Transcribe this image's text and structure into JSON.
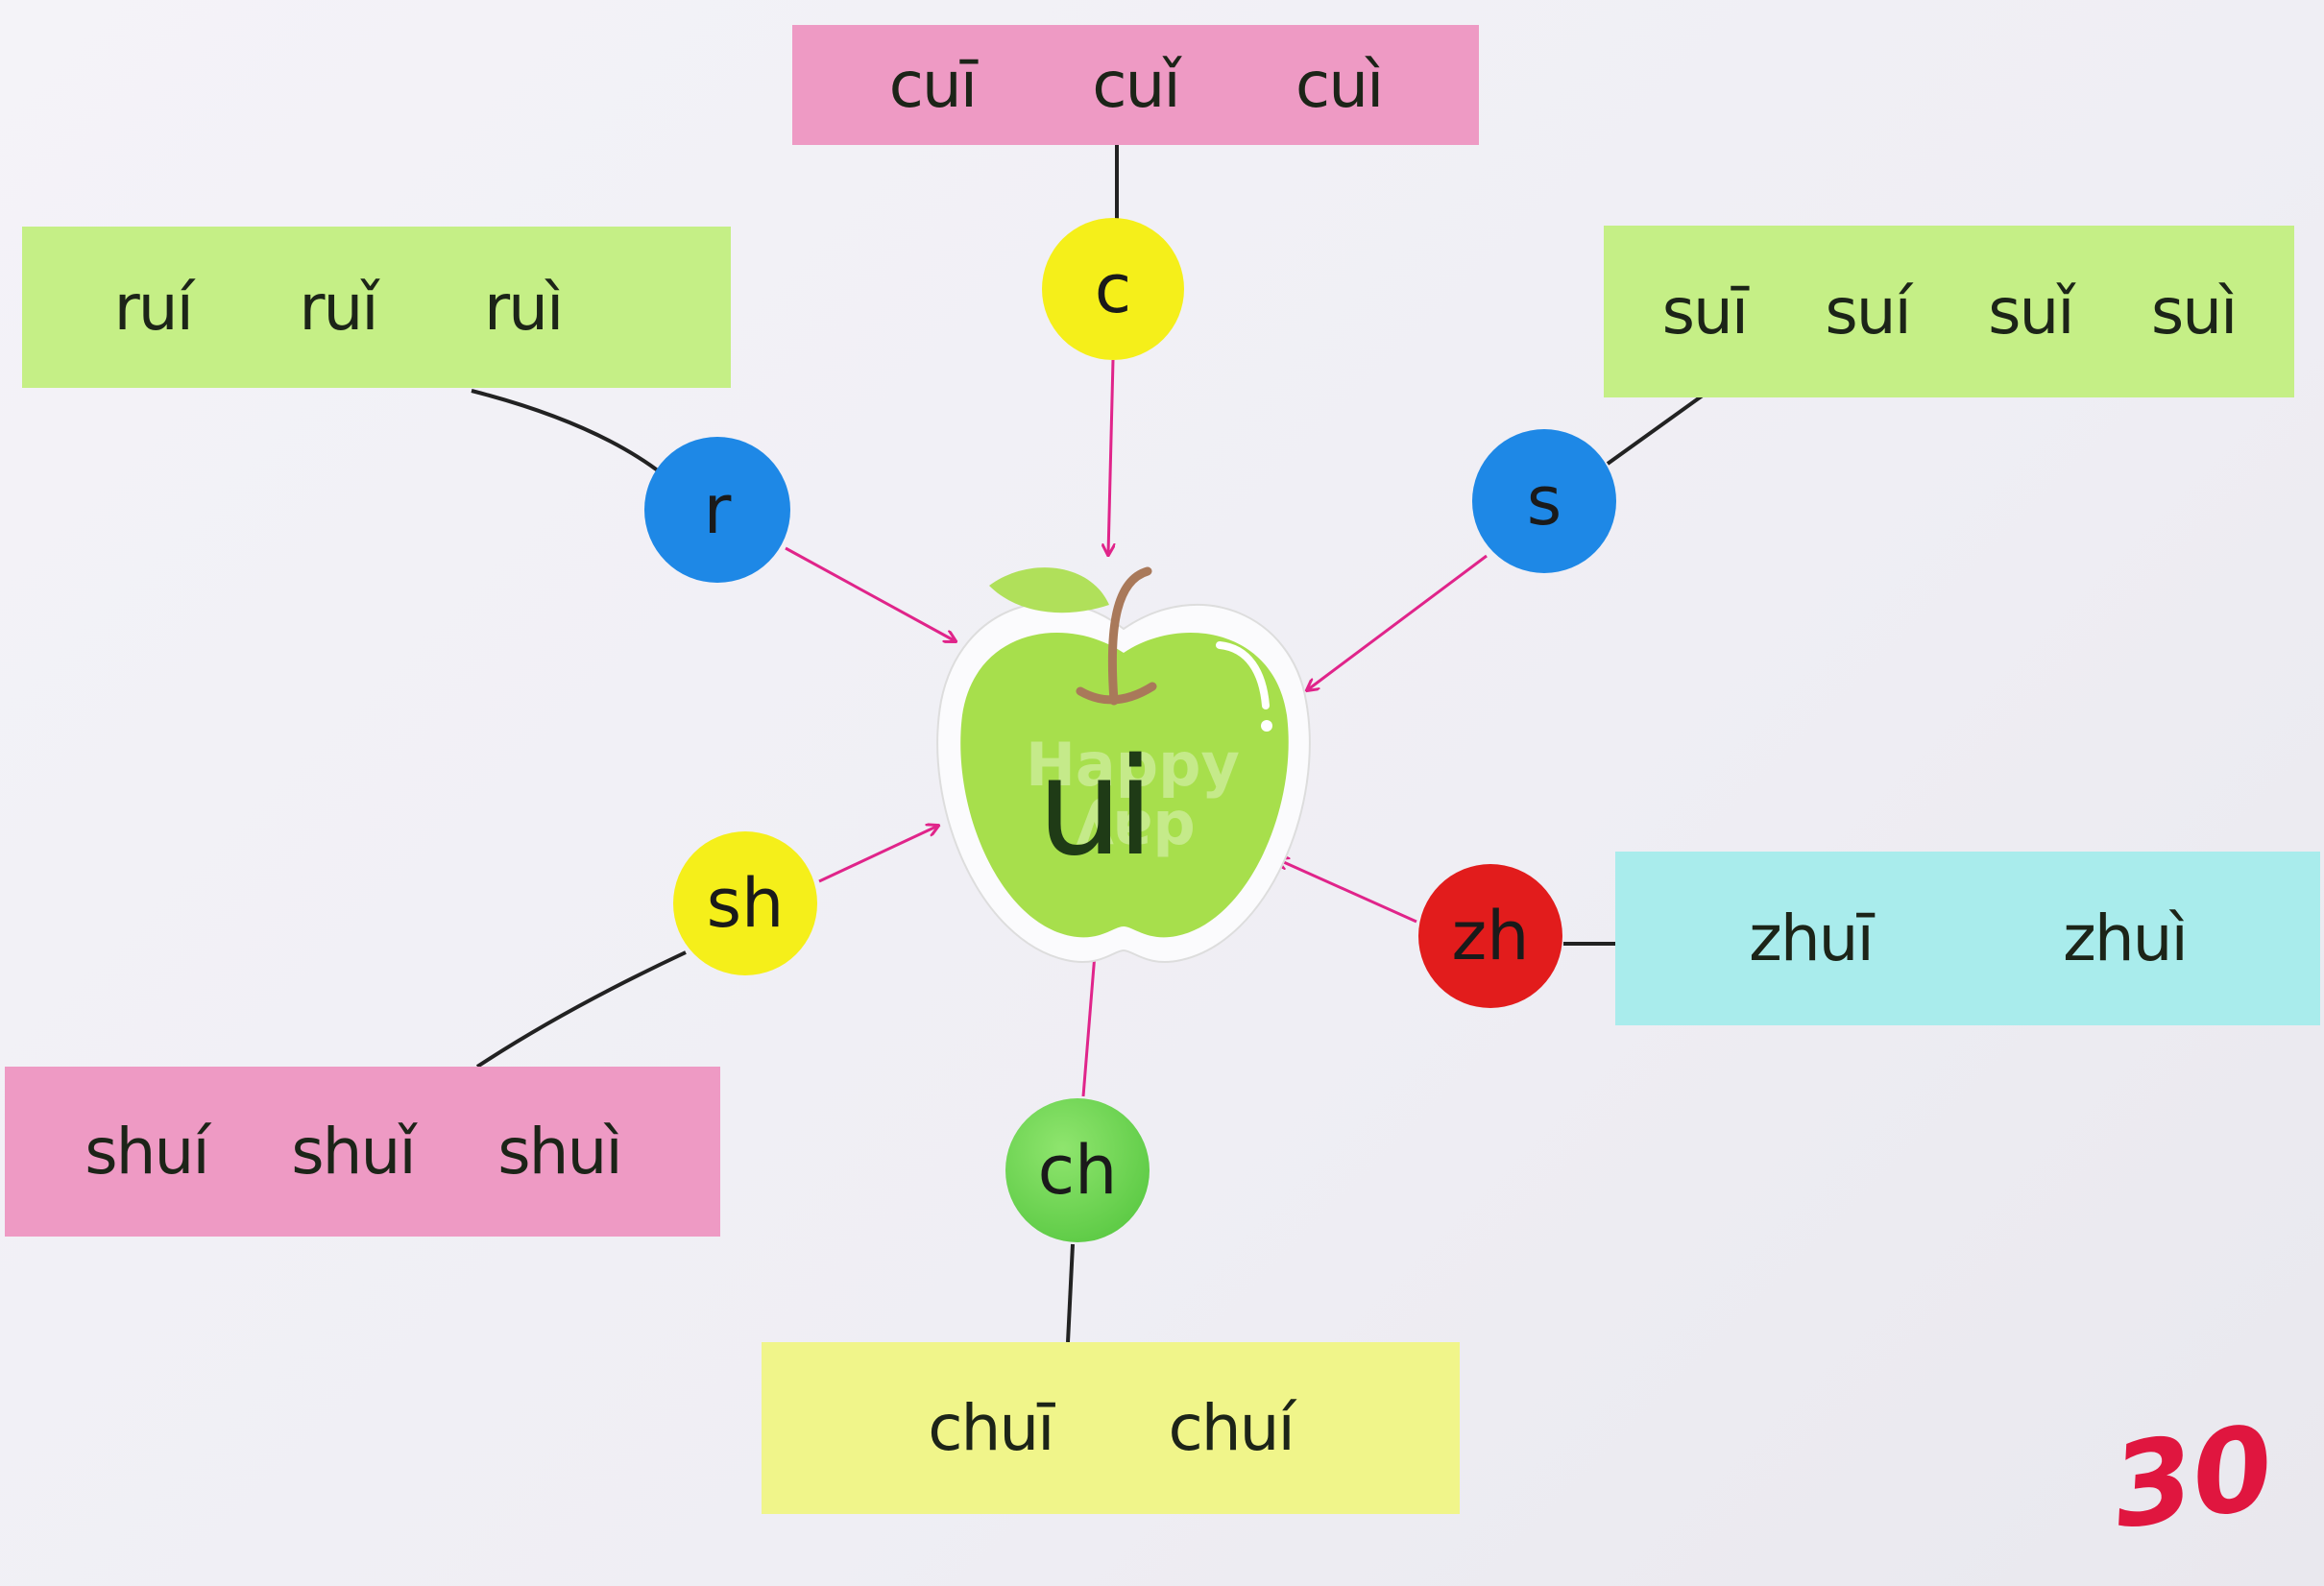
{
  "center": {
    "label": "ui",
    "sticker_text": [
      "Happy",
      "day"
    ]
  },
  "groups": [
    {
      "initial": "c",
      "syllables": [
        "cuī",
        "cuǐ",
        "cuì"
      ],
      "box_color": "#ee9ac4",
      "circle_color": "#f5ef1a"
    },
    {
      "initial": "r",
      "syllables": [
        "ruí",
        "ruǐ",
        "ruì"
      ],
      "box_color": "#c5ef86",
      "circle_color": "#1e88e6"
    },
    {
      "initial": "s",
      "syllables": [
        "suī",
        "suí",
        "suǐ",
        "suì"
      ],
      "box_color": "#c5ef86",
      "circle_color": "#1e88e6"
    },
    {
      "initial": "sh",
      "syllables": [
        "shuí",
        "shuǐ",
        "shuì"
      ],
      "box_color": "#ee9ac4",
      "circle_color": "#f5ef1a"
    },
    {
      "initial": "zh",
      "syllables": [
        "zhuī",
        "zhuì"
      ],
      "box_color": "#a9ecec",
      "circle_color": "#e21c1c"
    },
    {
      "initial": "ch",
      "syllables": [
        "chuī",
        "chuí"
      ],
      "box_color": "#f0f58a",
      "circle_color": "#5fd24a"
    }
  ],
  "page_number": "30",
  "arrow_color": "#e0248a"
}
